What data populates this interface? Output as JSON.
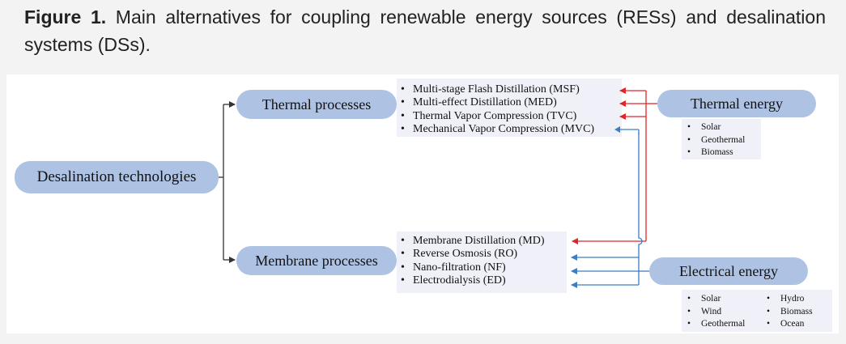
{
  "caption": {
    "label": "Figure 1.",
    "text": " Main alternatives for coupling renewable energy sources (RESs) and desalination systems (DSs)."
  },
  "diagram": {
    "root": "Desalination technologies",
    "thermal_processes": {
      "label": "Thermal processes",
      "items": [
        "Multi-stage Flash Distillation (MSF)",
        "Multi-effect Distillation (MED)",
        "Thermal Vapor Compression (TVC)",
        "Mechanical Vapor Compression (MVC)"
      ]
    },
    "membrane_processes": {
      "label": "Membrane processes",
      "items": [
        "Membrane Distillation (MD)",
        "Reverse Osmosis (RO)",
        "Nano-filtration (NF)",
        "Electrodialysis (ED)"
      ]
    },
    "thermal_energy": {
      "label": "Thermal energy",
      "sources": [
        "Solar",
        "Geothermal",
        "Biomass"
      ]
    },
    "electrical_energy": {
      "label": "Electrical energy",
      "sources_col1": [
        "Solar",
        "Wind",
        "Geothermal"
      ],
      "sources_col2": [
        "Hydro",
        "Biomass",
        "Ocean"
      ]
    },
    "colors": {
      "pill": "#aec3e4",
      "thermal_arrow": "#e0262b",
      "electrical_arrow": "#3c7ec2",
      "tree_line": "#333333"
    }
  }
}
